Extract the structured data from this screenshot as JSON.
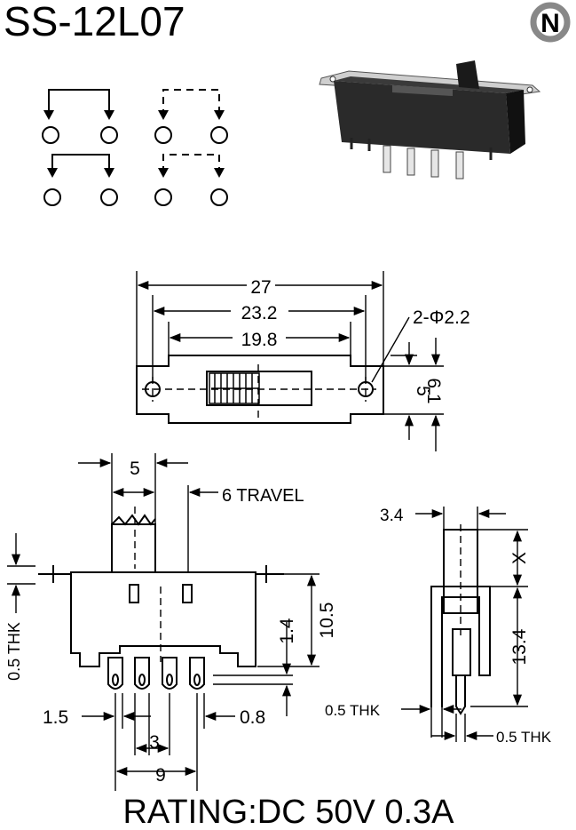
{
  "title": "SS-12L07",
  "logo": "N",
  "rating": "RATING:DC 50V 0.3A",
  "top_view": {
    "width_overall": "27",
    "hole_spacing": "23.2",
    "body_length": "19.8",
    "holes": "2-Φ2.2",
    "height_inner": "5",
    "height_outer": "6.1"
  },
  "front_view": {
    "actuator_width": "5",
    "travel": "6 TRAVEL",
    "flange_thickness": "0.5 THK",
    "flange_offset": "1.4",
    "body_height": "10.5",
    "pin_width": "1.5",
    "pin_thickness": "0.8",
    "pin_pitch": "3",
    "pin_span": "9"
  },
  "side_view": {
    "actuator_depth": "3.4",
    "actuator_height": "X",
    "total_height": "13.4",
    "frame_thickness": "0.5 THK",
    "pin_thickness": "0.5 THK"
  }
}
